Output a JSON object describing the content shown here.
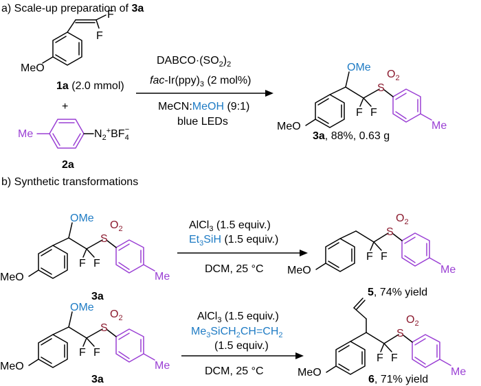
{
  "colors": {
    "bond": "#000000",
    "purple_tolyl": "#9a3fd4",
    "sulfonyl_red": "#8b1a2e",
    "methoxy_blue": "#1e7bc4"
  },
  "section_a": {
    "title_prefix": "a) Scale-up preparation of ",
    "title_bold": "3a",
    "reactant1_label": "1a",
    "reactant1_amount": " (2.0 mmol)",
    "plus": "+",
    "reactant2_label": "2a",
    "reagent_line1": "DABCO·(SO2)2",
    "reagent_line2_italic": "fac",
    "reagent_line2_rest": "-Ir(ppy)3 (2 mol%)",
    "solvent_part1": "MeCN:",
    "solvent_part2": "MeOH",
    "solvent_part3": " (9:1)",
    "condition_line2": "blue LEDs",
    "product_label": "3a",
    "product_yield": ", 88%, 0.63 g"
  },
  "section_b": {
    "title": "b) Synthetic transformations",
    "rxn1": {
      "sm_label": "3a",
      "reagent1": "AlCl3 (1.5 equiv.)",
      "reagent2": "Et3SiH (1.5 equiv.)",
      "conditions": "DCM, 25 °C",
      "product_label": "5",
      "product_yield": ", 74% yield"
    },
    "rxn2": {
      "sm_label": "3a",
      "reagent1": "AlCl3 (1.5 equiv.)",
      "reagent2": "Me3SiCH2CH=CH2",
      "reagent3": "(1.5 equiv.)",
      "conditions": "DCM, 25 °C",
      "product_label": "6",
      "product_yield": ", 71% yield"
    }
  },
  "atoms": {
    "F": "F",
    "MeO": "MeO",
    "OMe": "OMe",
    "Me": "Me",
    "S": "S",
    "O2": "O2",
    "N2BF4": "N2+BF4−"
  }
}
